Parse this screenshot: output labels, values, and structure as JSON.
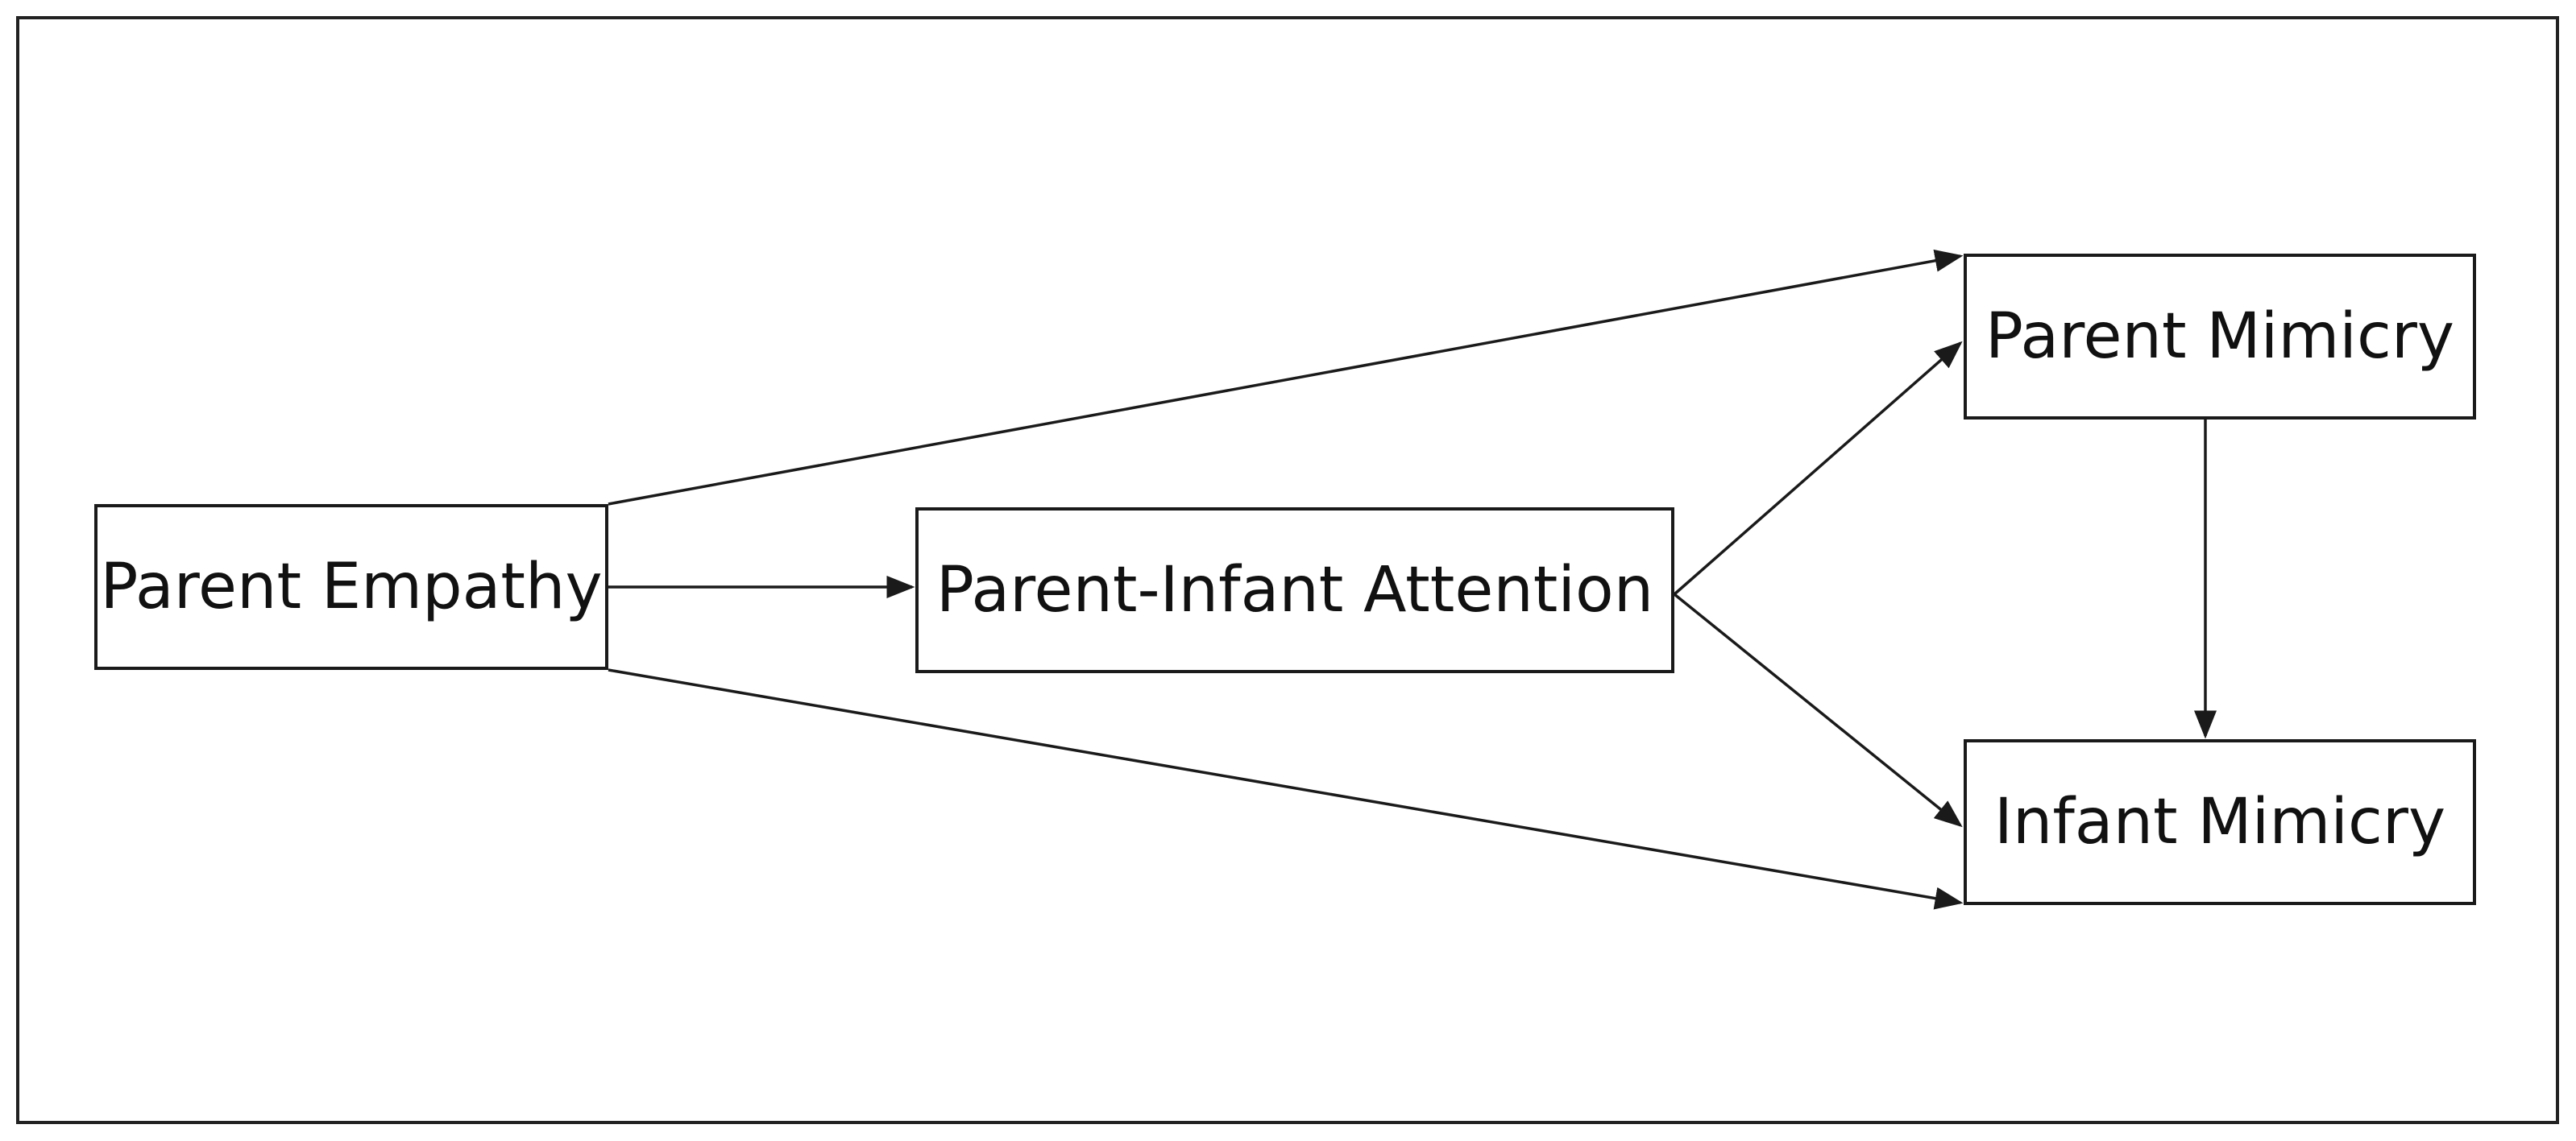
{
  "diagram": {
    "nodes": {
      "parent_empathy": {
        "label": "Parent Empathy"
      },
      "parent_infant_attention": {
        "label": "Parent-Infant Attention"
      },
      "parent_mimicry": {
        "label": "Parent Mimicry"
      },
      "infant_mimicry": {
        "label": "Infant Mimicry"
      }
    },
    "edges": [
      {
        "from": "parent_empathy",
        "to": "parent_mimicry"
      },
      {
        "from": "parent_empathy",
        "to": "parent_infant_attention"
      },
      {
        "from": "parent_empathy",
        "to": "infant_mimicry"
      },
      {
        "from": "parent_infant_attention",
        "to": "parent_mimicry"
      },
      {
        "from": "parent_infant_attention",
        "to": "infant_mimicry"
      },
      {
        "from": "parent_mimicry",
        "to": "infant_mimicry"
      }
    ],
    "colors": {
      "stroke": "#1a1a1a",
      "background": "#ffffff"
    }
  }
}
